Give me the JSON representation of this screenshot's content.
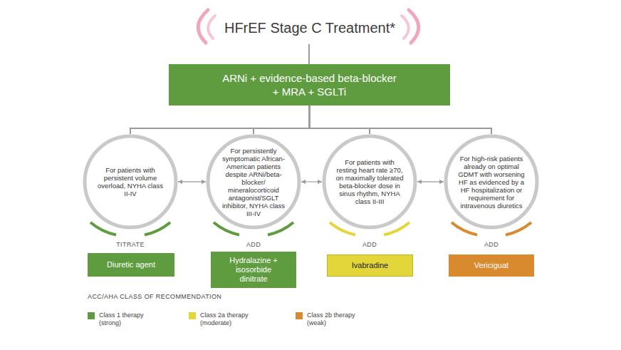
{
  "diagram": {
    "title": "HFrEF Stage C Treatment*",
    "nodes": [
      {
        "text": [
          "ARNi + evidence-based beta-blocker + MRA + SGLTi"
        ]
      },
      {
        "text": [
          "For patients with persistent volume overload, NYHA class II-IV"
        ]
      },
      {
        "text": [
          "For persistently symptomatic African-American patients despite ARNi/beta-blocker/ mineralocorticoid antagonist/SGLT inhibitor, NYHA class III-IV"
        ]
      },
      {
        "text": [
          "For patients with resting heart rate ≥70, on maximally tolerated beta-blocker dose in sinus rhythm, NYHA class II-III"
        ]
      },
      {
        "text": [
          "For high-risk patients already on optimal GDMT with worsening HF as evidenced by a HF hospitalization or requirement for intravenous diuretics"
        ]
      },
      {
        "text": [
          "Diuretic agent"
        ]
      },
      {
        "text": [
          "Hydralazine + isosorbide dinitrate"
        ]
      },
      {
        "text": [
          "Ivabradine"
        ]
      },
      {
        "text": [
          "Vericiguat"
        ]
      }
    ],
    "edges": [
      {
        "from": 0,
        "to": 1,
        "arrow": "none"
      },
      {
        "from": 0,
        "to": 2,
        "arrow": "none"
      },
      {
        "from": 0,
        "to": 3,
        "arrow": "none"
      },
      {
        "from": 0,
        "to": 4,
        "arrow": "none"
      },
      {
        "from": 1,
        "to": 2,
        "arrow": "both"
      },
      {
        "from": 2,
        "to": 3,
        "arrow": "both"
      },
      {
        "from": 3,
        "to": 4,
        "arrow": "both"
      }
    ],
    "labels": [
      "TITRATE",
      "ADD",
      "ADD",
      "ADD",
      "ACC/AHA CLASS OF RECOMMENDATION"
    ],
    "legend": [
      {
        "text": "Class 1 therapy (strong)",
        "color": "#5e9c3f"
      },
      {
        "text": "Class 2a therapy (moderate)",
        "color": "#e3d63b"
      },
      {
        "text": "Class 2b therapy (weak)",
        "color": "#d98a2e"
      }
    ]
  }
}
